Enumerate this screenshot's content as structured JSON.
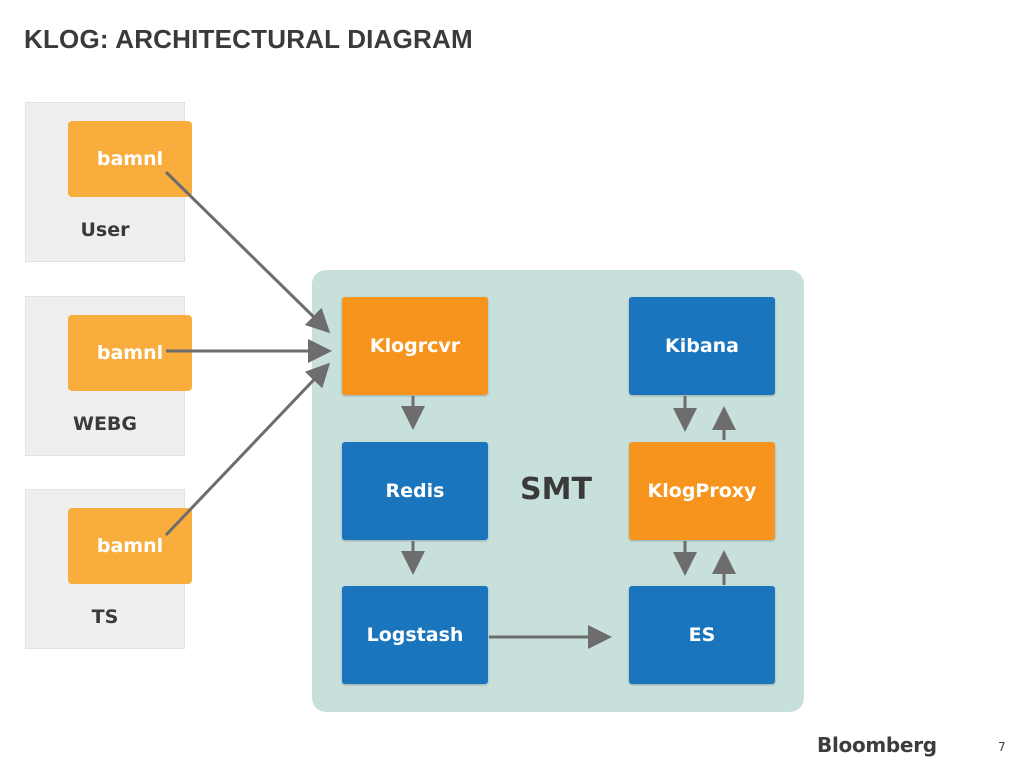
{
  "title": "KLOG: ARCHITECTURAL DIAGRAM",
  "sources": [
    {
      "box": "bamnl",
      "label": "User"
    },
    {
      "box": "bamnl",
      "label": "WEBG"
    },
    {
      "box": "bamnl",
      "label": "TS"
    }
  ],
  "smt": {
    "label": "SMT",
    "nodes": {
      "klogrcvr": "Klogrcvr",
      "redis": "Redis",
      "logstash": "Logstash",
      "kibana": "Kibana",
      "klogproxy": "KlogProxy",
      "es": "ES"
    }
  },
  "footer": {
    "logo": "Bloomberg",
    "page": "7"
  },
  "colors": {
    "orange": "#f7941d",
    "light_orange": "#f9ad3d",
    "blue": "#1b75bc",
    "smt_bg": "#c8e0dc",
    "panel_bg": "#efefef",
    "arrow": "#6d6d6d"
  }
}
